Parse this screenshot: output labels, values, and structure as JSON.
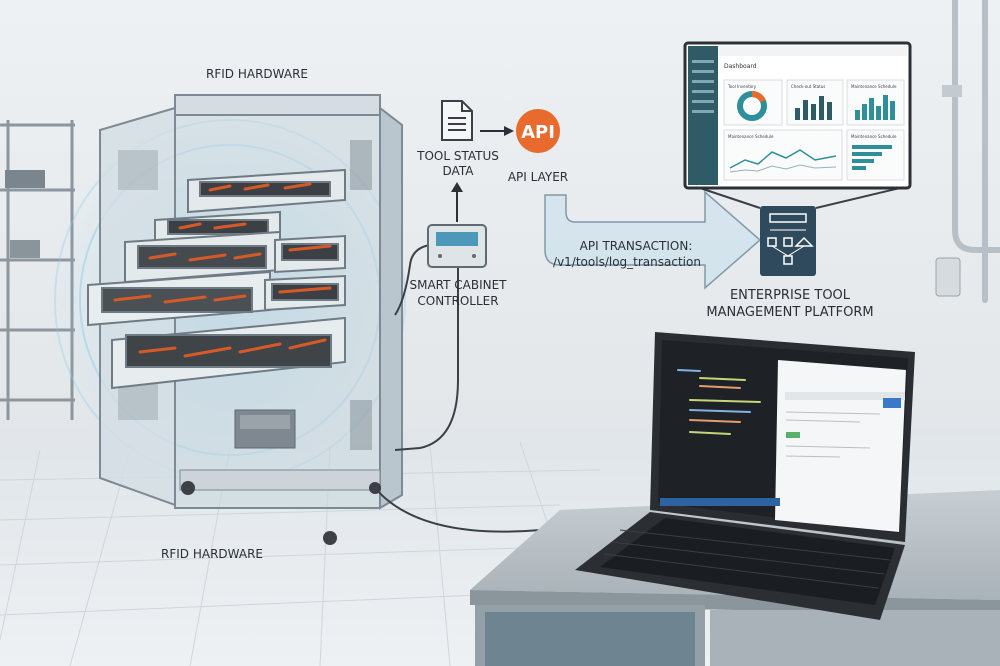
{
  "labels": {
    "rfid_top": "RFID HARDWARE",
    "rfid_bottom": "RFID HARDWARE",
    "tool_status_line1": "TOOL STATUS",
    "tool_status_line2": "DATA",
    "api_badge": "API",
    "api_layer": "API LAYER",
    "controller_line1": "SMART CABINET",
    "controller_line2": "CONTROLLER",
    "api_transaction_line1": "API TRANSACTION:",
    "api_transaction_line2": "/v1/tools/log_transaction",
    "platform_line1": "ENTERPRISE TOOL",
    "platform_line2": "MANAGEMENT PLATFORM"
  },
  "dashboard": {
    "page_title": "Dashboard",
    "panels": [
      {
        "title": "Tool Inventory"
      },
      {
        "title": "Check-out Status"
      },
      {
        "title": "Maintenance Schedule"
      },
      {
        "title": "Maintenance Schedule"
      },
      {
        "title": "Maintenance Schedule"
      }
    ]
  },
  "colors": {
    "accent": "#e86a2c",
    "platform_icon": "#2f4a5c",
    "dashboard_teal": "#2e8f9a",
    "laptop_screen_dark": "#1e2227"
  },
  "icons": {
    "document": "document-icon",
    "platform": "network-hierarchy-icon"
  }
}
